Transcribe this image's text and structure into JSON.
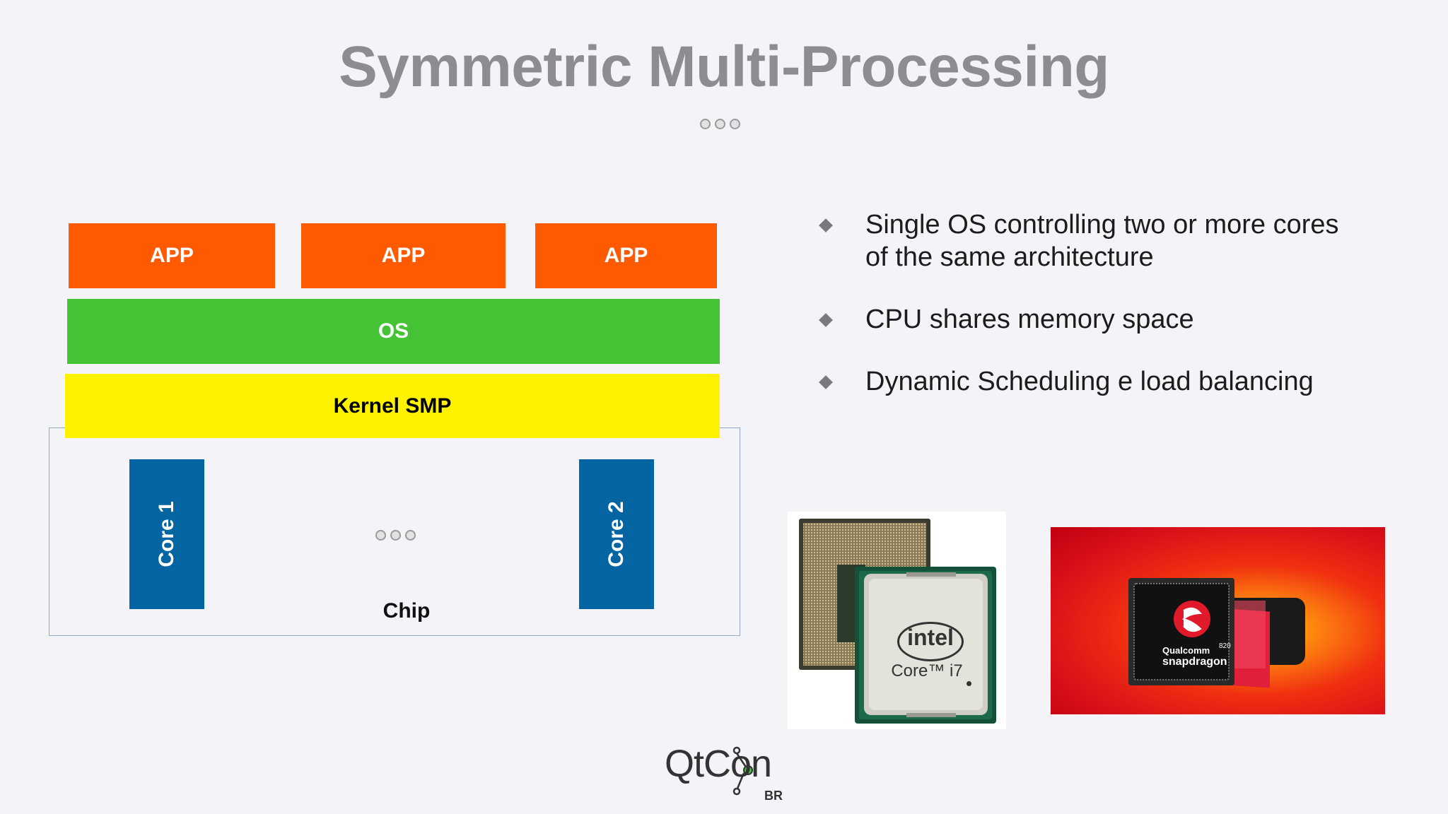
{
  "slide": {
    "title": "Symmetric Multi-Processing"
  },
  "diagram": {
    "apps": [
      "APP",
      "APP",
      "APP"
    ],
    "os_label": "OS",
    "kernel_label": "Kernel SMP",
    "cores": [
      "Core 1",
      "Core 2"
    ],
    "chip_label": "Chip"
  },
  "bullets": [
    "Single OS controlling two or more cores of the same architecture",
    "CPU shares memory space",
    "Dynamic Scheduling e load balancing"
  ],
  "images": {
    "intel": {
      "brand": "intel",
      "model": "Core™ i7"
    },
    "qualcomm": {
      "brand": "Qualcomm",
      "model_number": "820",
      "product": "snapdragon"
    }
  },
  "logo": {
    "main": "QtCon",
    "sub": "BR"
  },
  "colors": {
    "app": "#ff5a00",
    "os": "#44c434",
    "kernel": "#fff200",
    "core": "#0565a3"
  }
}
